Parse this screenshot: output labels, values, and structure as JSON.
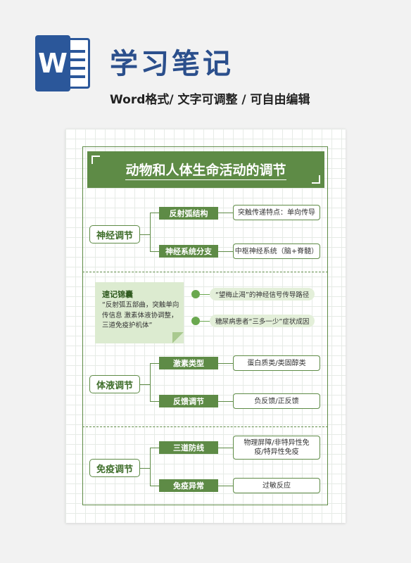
{
  "header": {
    "logo_letter": "W",
    "title": "学习笔记",
    "subtitle": "Word格式/ 文字可调整 / 可自由编辑"
  },
  "banner": "动物和人体生命活动的调节",
  "sections": {
    "nerve": {
      "root": "神经调节",
      "branches": [
        {
          "label": "反射弧结构",
          "leaf": "突触传递特点：单向传导"
        },
        {
          "label": "神经系统分支",
          "leaf": "中枢神经系统（脑+脊髓）"
        }
      ]
    },
    "tips": {
      "title": "速记锦囊",
      "body": "“反射弧五部曲，突触单向传信息 激素体液协调整，三道免疫护机体”",
      "bullets": [
        "“望梅止渴”的神经信号传导路径",
        "糖尿病患者“三多一少”症状成因"
      ]
    },
    "humoral": {
      "root": "体液调节",
      "branches": [
        {
          "label": "激素类型",
          "leaf": "蛋白质类/类固醇类"
        },
        {
          "label": "反馈调节",
          "leaf": "负反馈/正反馈"
        }
      ]
    },
    "immune": {
      "root": "免疫调节",
      "branches": [
        {
          "label": "三道防线",
          "leaf": "物理屏障/非特异性免疫/特异性免疫"
        },
        {
          "label": "免疫异常",
          "leaf": "过敏反应"
        }
      ]
    }
  },
  "colors": {
    "accent_green": "#5e8b46",
    "light_green": "#dcebd0",
    "title_blue": "#2b4f8c",
    "word_blue": "#2b579a"
  }
}
